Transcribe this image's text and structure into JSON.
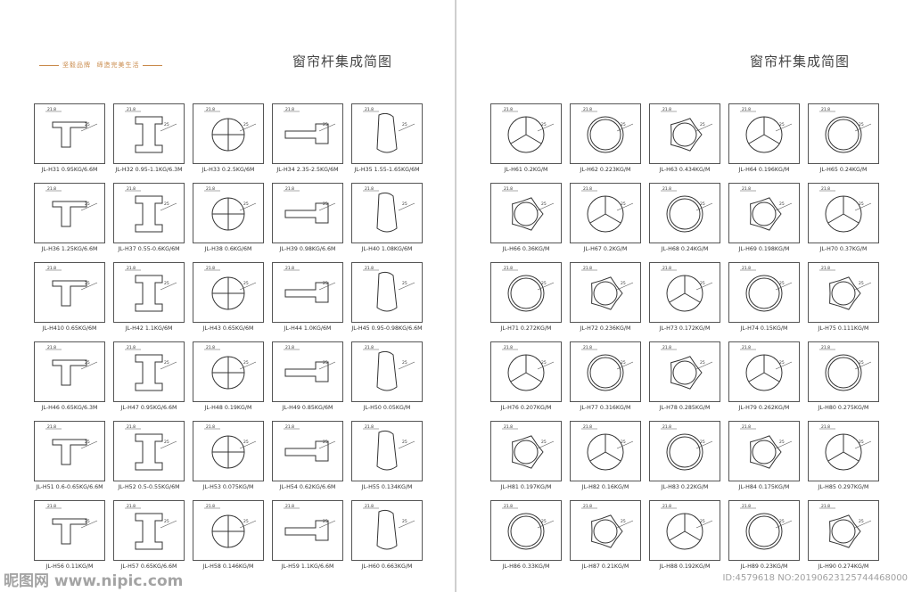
{
  "left_page": {
    "tagline_left": "坚毅品牌",
    "tagline_right": "缔造完美生活",
    "title": "窗帘杆集成简图",
    "items": [
      "JL-H31  0.95KG/6.6M",
      "JL-H32 0.95-1.1KG/6.3M",
      "JL-H33  0.2.5KG/6M",
      "JL-H34  2.35-2.5KG/6M",
      "JL-H35  1.55-1.65KG/6M",
      "JL-H36  1.25KG/6.6M",
      "JL-H37  0.55-0.6KG/6M",
      "JL-H38  0.6KG/6M",
      "JL-H39  0.98KG/6.6M",
      "JL-H40  1.08KG/6M",
      "JL-H410 0.65KG/6M",
      "JL-H42  1.1KG/6M",
      "JL-H43  0.65KG/6M",
      "JL-H44  1.0KG/6M",
      "JL-H45 0.95-0.98KG/6.6M",
      "JL-H46  0.65KG/6.3M",
      "JL-H47  0.95KG/6.6M",
      "JL-H48  0.19KG/M",
      "JL-H49  0.85KG/6M",
      "JL-H50  0.05KG/M",
      "JL-H51 0.6-0.65KG/6.6M",
      "JL-H52 0.5-0.55KG/6M",
      "JL-H53 0.075KG/M",
      "JL-H54  0.62KG/6.6M",
      "JL-H55  0.134KG/M",
      "JL-H56  0.11KG/M",
      "JL-H57  0.65KG/6.6M",
      "JL-H58  0.146KG/M",
      "JL-H59  1.1KG/6.6M",
      "JL-H60  0.663KG/M"
    ]
  },
  "right_page": {
    "title": "窗帘杆集成简图",
    "items": [
      "JL-H61  0.2KG/M",
      "JL-H62  0.223KG/M",
      "JL-H63  0.434KG/M",
      "JL-H64  0.196KG/M",
      "JL-H65  0.24KG/M",
      "JL-H66 0.36KG/M",
      "JL-H67  0.2KG/M",
      "JL-H68  0.24KG/M",
      "JL-H69  0.198KG/M",
      "JL-H70  0.37KG/M",
      "JL-H71  0.272KG/M",
      "JL-H72  0.236KG/M",
      "JL-H73  0.172KG/M",
      "JL-H74  0.15KG/M",
      "JL-H75  0.111KG/M",
      "JL-H76  0.207KG/M",
      "JL-H77  0.316KG/M",
      "JL-H78  0.285KG/M",
      "JL-H79  0.262KG/M",
      "JL-H80  0.275KG/M",
      "JL-H81 0.197KG/M",
      "JL-H82  0.16KG/M",
      "JL-H83  0.22KG/M",
      "JL-H84  0.175KG/M",
      "JL-H85  0.297KG/M",
      "JL-H86 0.33KG/M",
      "JL-H87  0.21KG/M",
      "JL-H88  0.192KG/M",
      "JL-H89  0.23KG/M",
      "JL-H90  0.274KG/M"
    ]
  },
  "watermark": {
    "site": "昵图网 www.nipic.com",
    "id_text": "ID:4579618 NO:20190623125744468000"
  }
}
